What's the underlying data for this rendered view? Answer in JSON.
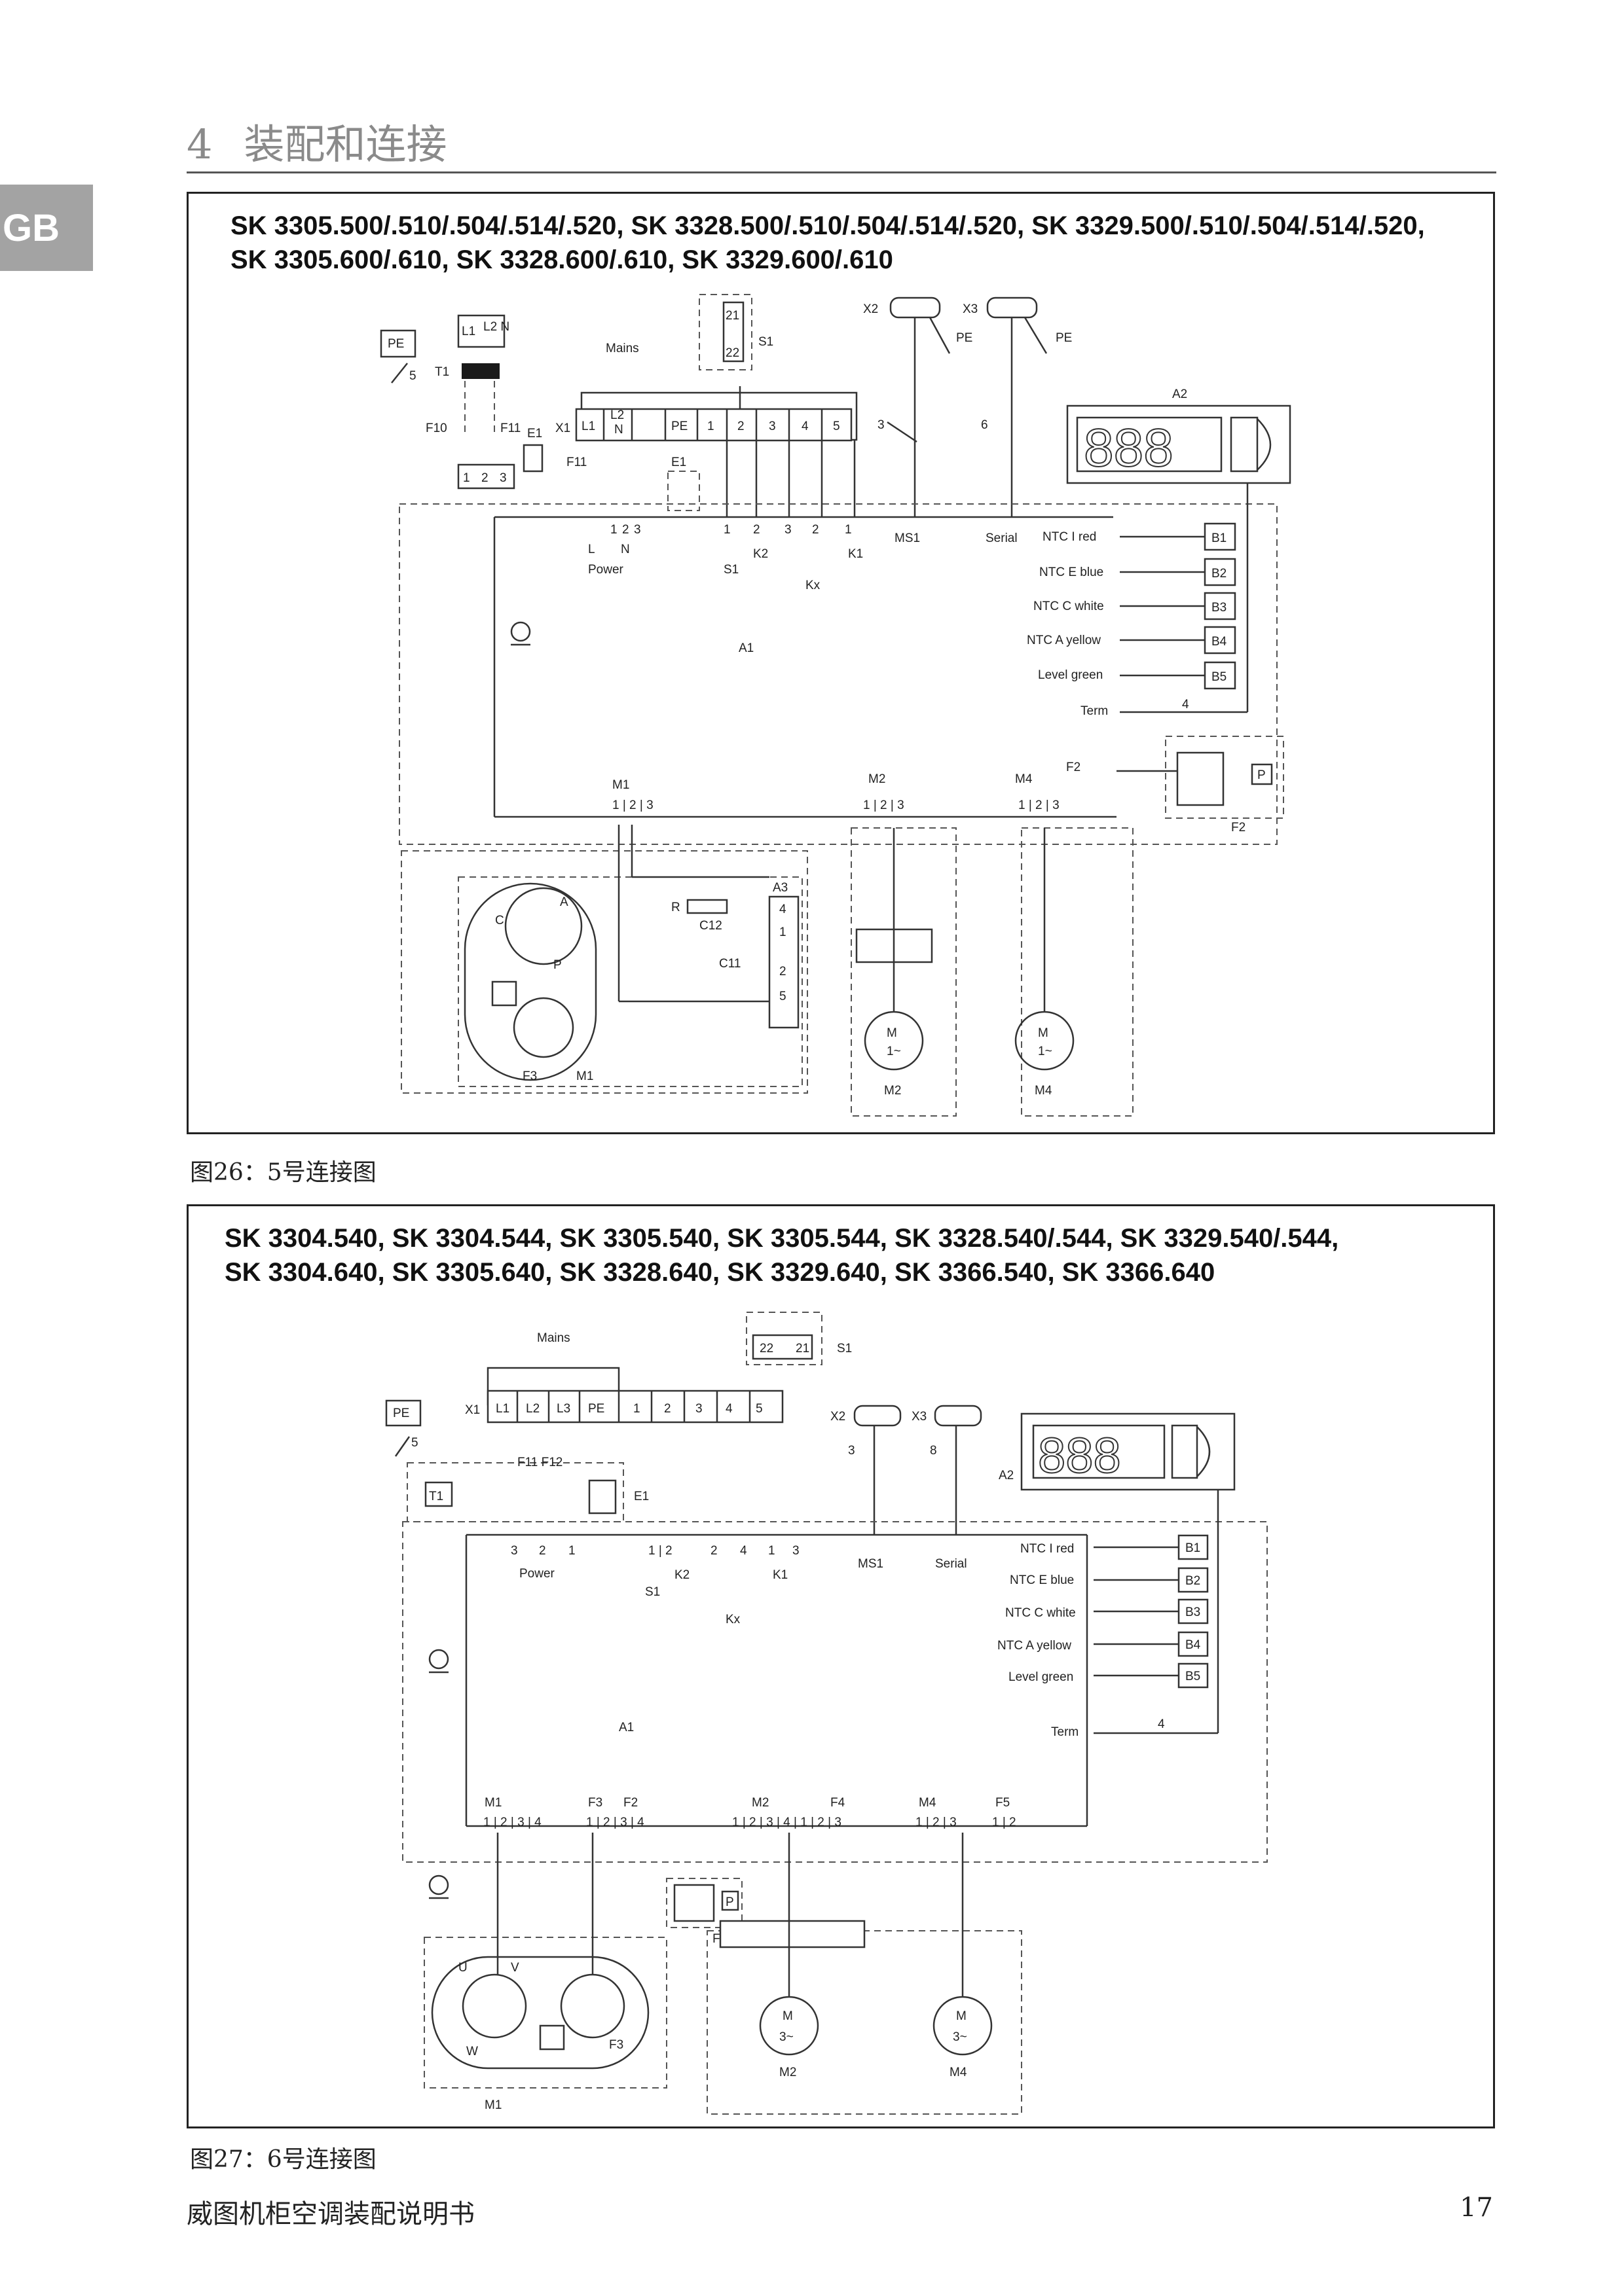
{
  "header": {
    "chapter_number": "4",
    "chapter_title": "装配和连接"
  },
  "side_tab": "GB",
  "figure26": {
    "title_line1": "SK 3305.500/.510/.504/.514/.520, SK 3328.500/.510/.504/.514/.520, SK 3329.500/.510/.504/.514/.520,",
    "title_line2": "SK 3305.600/.610, SK 3328.600/.610, SK 3329.600/.610",
    "caption": "图26：5号连接图",
    "labels": {
      "pe": "PE",
      "five": "5",
      "t1": "T1",
      "l1": "L1",
      "l2n": "L2 N",
      "f10": "F10",
      "f11": "F11",
      "e1": "E1",
      "mains": "Mains",
      "x1": "X1",
      "s1": "S1",
      "s1_21": "21",
      "s1_22": "22",
      "x2": "X2",
      "x3": "X3",
      "three": "3",
      "six": "6",
      "a2": "A2",
      "power": "Power",
      "l": "L",
      "n": "N",
      "k2": "K2",
      "k1": "K1",
      "kx": "Kx",
      "ms1": "MS1",
      "serial": "Serial",
      "a1": "A1",
      "term": "Term",
      "four": "4",
      "f2": "F2",
      "p": "P",
      "m1": "M1",
      "m2": "M2",
      "m4": "M4",
      "a3": "A3",
      "r": "R",
      "c12": "C12",
      "c11": "C11",
      "a": "A",
      "c": "C",
      "f3": "F3",
      "m": "M",
      "one_phase": "1~"
    },
    "x1_terminals": [
      "L1",
      "L2 N",
      "PE",
      "1",
      "2",
      "3",
      "4",
      "5"
    ],
    "ntc": [
      {
        "label": "NTC I red",
        "sensor": "B1"
      },
      {
        "label": "NTC E blue",
        "sensor": "B2"
      },
      {
        "label": "NTC C white",
        "sensor": "B3"
      },
      {
        "label": "NTC A yellow",
        "sensor": "B4"
      },
      {
        "label": "Level green",
        "sensor": "B5"
      }
    ],
    "display": "888"
  },
  "figure27": {
    "title_line1": "SK 3304.540, SK 3304.544, SK 3305.540, SK 3305.544, SK 3328.540/.544, SK 3329.540/.544,",
    "title_line2": "SK 3304.640, SK 3305.640, SK 3328.640, SK 3329.640, SK 3366.540, SK 3366.640",
    "caption": "图27：6号连接图",
    "labels": {
      "pe": "PE",
      "five": "5",
      "mains": "Mains",
      "x1": "X1",
      "s1": "S1",
      "s1_22": "22",
      "s1_21": "21",
      "x2": "X2",
      "x3": "X3",
      "three": "3",
      "eight": "8",
      "a2": "A2",
      "t1": "T1",
      "e1": "E1",
      "f11f12": "F11 F12",
      "power": "Power",
      "k2": "K2",
      "k1": "K1",
      "kx": "Kx",
      "ms1": "MS1",
      "serial": "Serial",
      "a1": "A1",
      "term": "Term",
      "four": "4",
      "m1": "M1",
      "f3": "F3",
      "f2": "F2",
      "m2": "M2",
      "f4": "F4",
      "m4": "M4",
      "f5": "F5",
      "p": "P",
      "u": "U",
      "v": "V",
      "w": "W",
      "m": "M",
      "three_phase": "3~"
    },
    "x1_terminals": [
      "L1",
      "L2",
      "L3",
      "PE",
      "1",
      "2",
      "3",
      "4",
      "5"
    ],
    "ntc": [
      {
        "label": "NTC I red",
        "sensor": "B1"
      },
      {
        "label": "NTC E blue",
        "sensor": "B2"
      },
      {
        "label": "NTC C white",
        "sensor": "B3"
      },
      {
        "label": "NTC A yellow",
        "sensor": "B4"
      },
      {
        "label": "Level green",
        "sensor": "B5"
      }
    ],
    "display": "888"
  },
  "footer": {
    "manual_title": "威图机柜空调装配说明书",
    "page_number": "17"
  }
}
